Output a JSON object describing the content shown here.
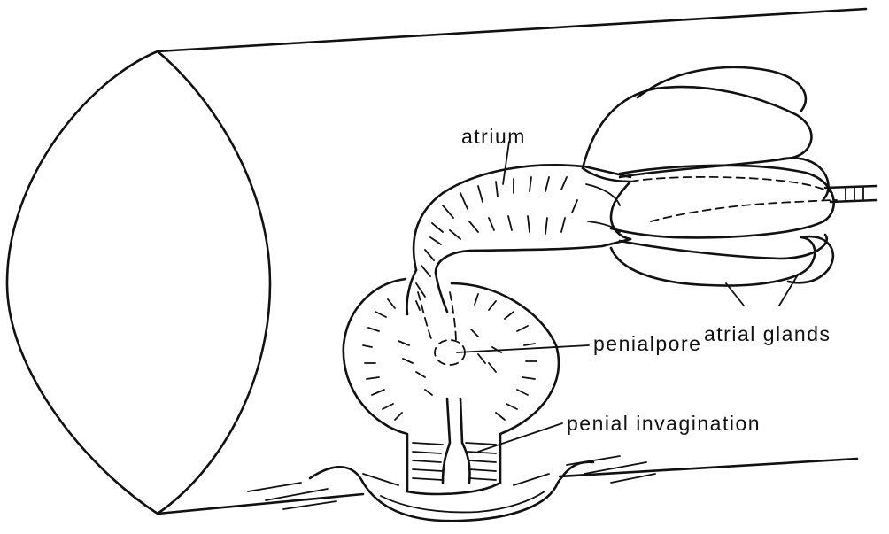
{
  "labels": {
    "atrium": "atrium",
    "atrial_glands": "atrial glands",
    "penial_pore": "penialpore",
    "penial_invagination": "penial invagination"
  }
}
